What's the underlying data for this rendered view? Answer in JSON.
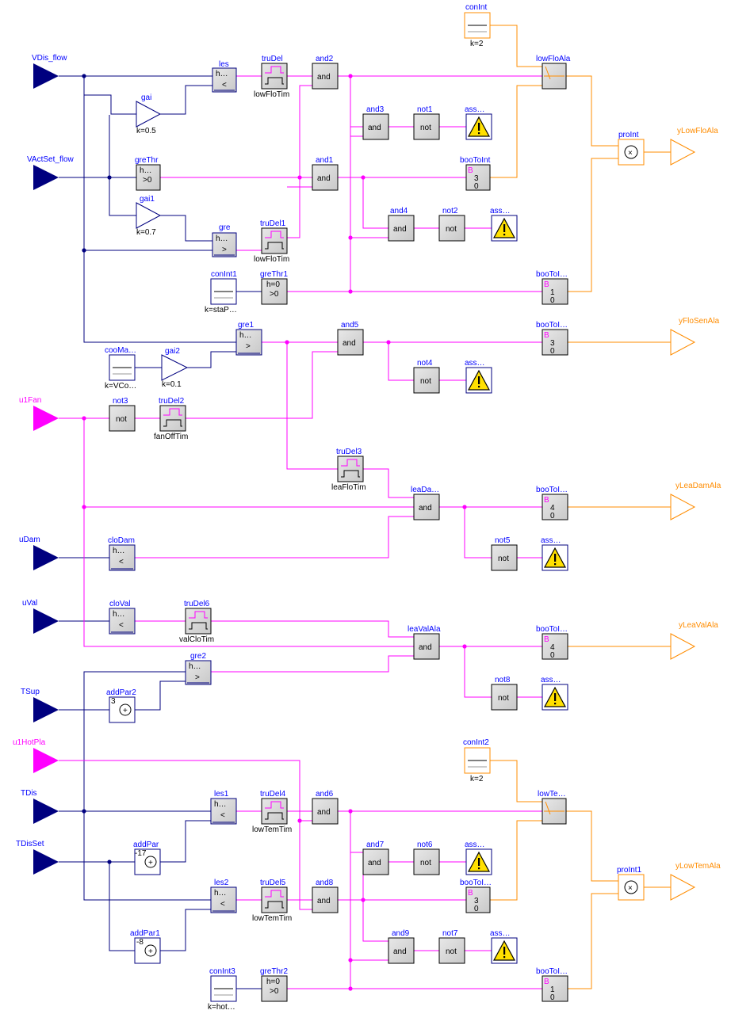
{
  "colors": {
    "real": "#00007f",
    "bool": "#ff00ff",
    "int": "#ff8c00",
    "block_fill": "#d0d0d0",
    "name_text": "#0000ff",
    "warn_fill": "#ffe000"
  },
  "inputs": {
    "VDis_flow": "VDis_flow",
    "VActSet_flow": "VActSet_flow",
    "u1Fan": "u1Fan",
    "uDam": "uDam",
    "uVal": "uVal",
    "TSup": "TSup",
    "u1HotPla": "u1HotPla",
    "TDis": "TDis",
    "TDisSet": "TDisSet"
  },
  "outputs": {
    "yLowFloAla": "yLowFloAla",
    "yFloSenAla": "yFloSenAla",
    "yLeaDamAla": "yLeaDamAla",
    "yLeaValAla": "yLeaValAla",
    "yLowTemAla": "yLowTemAla"
  },
  "blocks": {
    "conInt": {
      "name": "conInt",
      "param": "k=2"
    },
    "les": {
      "name": "les",
      "inner1": "h…",
      "inner2": "<"
    },
    "truDel": {
      "name": "truDel",
      "param": "lowFloTim"
    },
    "and2": {
      "name": "and2",
      "inner": "and"
    },
    "lowFloAla": {
      "name": "lowFloAla"
    },
    "gai": {
      "name": "gai",
      "param": "k=0.5"
    },
    "and3": {
      "name": "and3",
      "inner": "and"
    },
    "not1": {
      "name": "not1",
      "inner": "not"
    },
    "ass1": {
      "name": "ass…"
    },
    "proInt": {
      "name": "proInt",
      "inner": "×"
    },
    "greThr": {
      "name": "greThr",
      "inner1": "h…",
      "inner2": ">0"
    },
    "and1": {
      "name": "and1",
      "inner": "and"
    },
    "booToInt": {
      "name": "booToInt",
      "inner1": "B",
      "inner2": "3",
      "inner3": "0"
    },
    "gai1": {
      "name": "gai1",
      "param": "k=0.7"
    },
    "and4": {
      "name": "and4",
      "inner": "and"
    },
    "not2": {
      "name": "not2",
      "inner": "not"
    },
    "ass2": {
      "name": "ass…"
    },
    "gre": {
      "name": "gre",
      "inner1": "h…",
      "inner2": ">"
    },
    "truDel1": {
      "name": "truDel1",
      "param": "lowFloTim"
    },
    "conInt1": {
      "name": "conInt1",
      "param": "k=staP…"
    },
    "greThr1": {
      "name": "greThr1",
      "inner1": "h=0",
      "inner2": ">0"
    },
    "booToInt1": {
      "name": "booToI…",
      "inner1": "B",
      "inner2": "1",
      "inner3": "0"
    },
    "gre1": {
      "name": "gre1",
      "inner1": "h…",
      "inner2": ">"
    },
    "and5": {
      "name": "and5",
      "inner": "and"
    },
    "booToInt2": {
      "name": "booToI…",
      "inner1": "B",
      "inner2": "3",
      "inner3": "0"
    },
    "cooMa": {
      "name": "cooMa…",
      "param": "k=VCo…"
    },
    "gai2": {
      "name": "gai2",
      "param": "k=0.1"
    },
    "not4": {
      "name": "not4",
      "inner": "not"
    },
    "ass3": {
      "name": "ass…"
    },
    "not3": {
      "name": "not3",
      "inner": "not"
    },
    "truDel2": {
      "name": "truDel2",
      "param": "fanOffTim"
    },
    "truDel3": {
      "name": "truDel3",
      "param": "leaFloTim"
    },
    "leaDam": {
      "name": "leaDa…",
      "inner": "and"
    },
    "booToInt3": {
      "name": "booToI…",
      "inner1": "B",
      "inner2": "4",
      "inner3": "0"
    },
    "cloDam": {
      "name": "cloDam",
      "inner1": "h…",
      "inner2": "<"
    },
    "not5": {
      "name": "not5",
      "inner": "not"
    },
    "ass4": {
      "name": "ass…"
    },
    "cloVal": {
      "name": "cloVal",
      "inner1": "h…",
      "inner2": "<"
    },
    "truDel6": {
      "name": "truDel6",
      "param": "valCloTim"
    },
    "leaValAla": {
      "name": "leaValAla",
      "inner": "and"
    },
    "booToInt4": {
      "name": "booToI…",
      "inner1": "B",
      "inner2": "4",
      "inner3": "0"
    },
    "gre2": {
      "name": "gre2",
      "inner1": "h…",
      "inner2": ">"
    },
    "addPar2": {
      "name": "addPar2",
      "inner1": "3",
      "inner2": "+"
    },
    "not8": {
      "name": "not8",
      "inner": "not"
    },
    "ass5": {
      "name": "ass…"
    },
    "conInt2": {
      "name": "conInt2",
      "param": "k=2"
    },
    "les1": {
      "name": "les1",
      "inner1": "h…",
      "inner2": "<"
    },
    "truDel4": {
      "name": "truDel4",
      "param": "lowTemTim"
    },
    "and6": {
      "name": "and6",
      "inner": "and"
    },
    "lowTe": {
      "name": "lowTe…"
    },
    "addPar": {
      "name": "addPar",
      "inner1": "-17",
      "inner2": "+"
    },
    "and7": {
      "name": "and7",
      "inner": "and"
    },
    "not6": {
      "name": "not6",
      "inner": "not"
    },
    "ass6": {
      "name": "ass…"
    },
    "proInt1": {
      "name": "proInt1",
      "inner": "×"
    },
    "les2": {
      "name": "les2",
      "inner1": "h…",
      "inner2": "<"
    },
    "truDel5": {
      "name": "truDel5",
      "param": "lowTemTim"
    },
    "and8": {
      "name": "and8",
      "inner": "and"
    },
    "booToInt5": {
      "name": "booToI…",
      "inner1": "B",
      "inner2": "3",
      "inner3": "0"
    },
    "addPar1": {
      "name": "addPar1",
      "inner1": "-8",
      "inner2": "+"
    },
    "and9": {
      "name": "and9",
      "inner": "and"
    },
    "not7": {
      "name": "not7",
      "inner": "not"
    },
    "ass7": {
      "name": "ass…"
    },
    "conInt3": {
      "name": "conInt3",
      "param": "k=hot…"
    },
    "greThr2": {
      "name": "greThr2",
      "inner1": "h=0",
      "inner2": ">0"
    },
    "booToInt6": {
      "name": "booToI…",
      "inner1": "B",
      "inner2": "1",
      "inner3": "0"
    }
  }
}
